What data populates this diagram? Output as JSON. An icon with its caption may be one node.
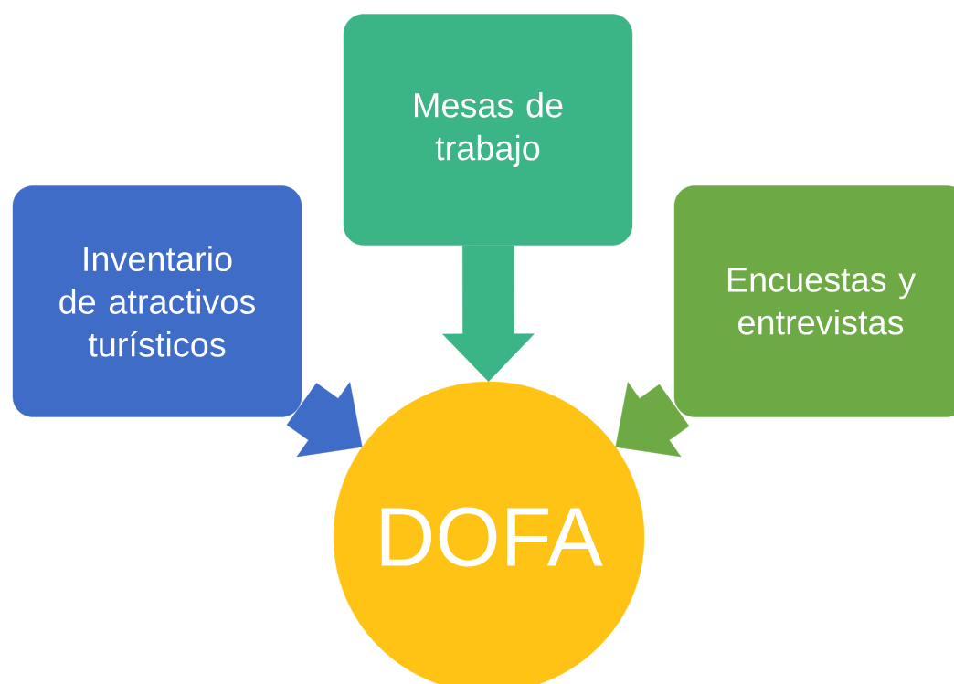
{
  "diagram": {
    "nodes": [
      {
        "text": [
          "Inventario de atractivos turísticos"
        ]
      },
      {
        "text": [
          "Mesas de trabajo"
        ]
      },
      {
        "text": [
          "Encuestas y entrevistas"
        ]
      },
      {
        "text": [
          "DOFA"
        ]
      }
    ],
    "edges": [
      {
        "from": 0,
        "to": 3,
        "arrow": "to",
        "color": "#3f6cc6"
      },
      {
        "from": 1,
        "to": 3,
        "arrow": "to",
        "color": "#3bb486"
      },
      {
        "from": 2,
        "to": 3,
        "arrow": "to",
        "color": "#6daa45"
      }
    ]
  }
}
